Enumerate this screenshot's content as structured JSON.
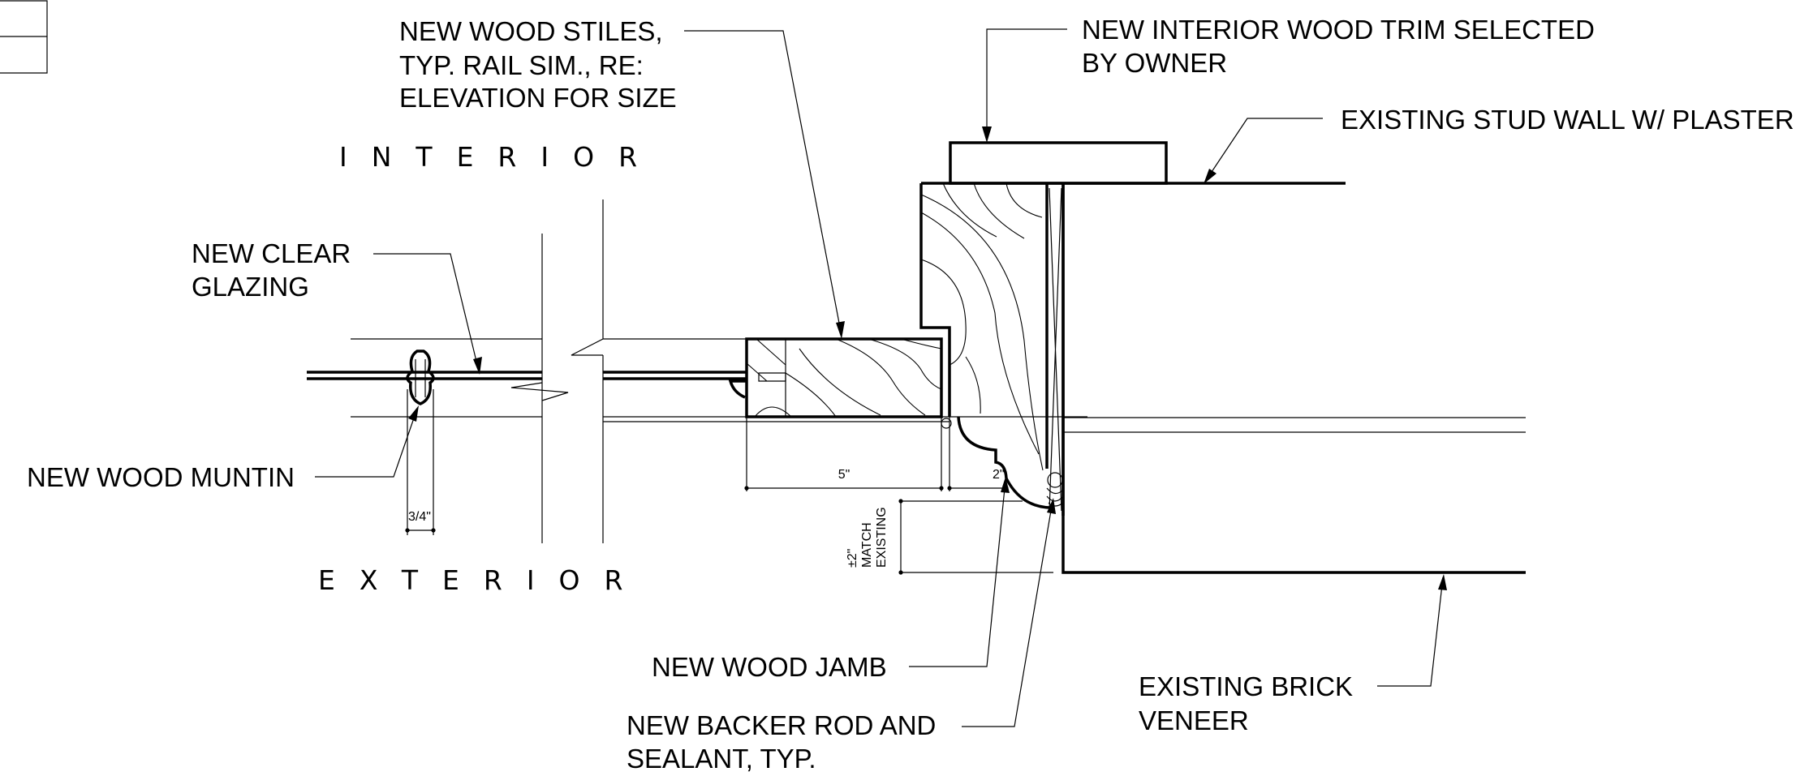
{
  "labels": {
    "wood_stiles": [
      "NEW WOOD STILES,",
      "TYP. RAIL SIM., RE:",
      "ELEVATION FOR SIZE"
    ],
    "interior_trim": [
      "NEW INTERIOR WOOD TRIM SELECTED",
      "BY  OWNER"
    ],
    "stud_wall": [
      "EXISTING STUD WALL W/ PLASTER"
    ],
    "clear_glazing": [
      "NEW CLEAR",
      "GLAZING"
    ],
    "wood_muntin": [
      "NEW WOOD MUNTIN"
    ],
    "wood_jamb": [
      "NEW WOOD JAMB"
    ],
    "brick_veneer": [
      "EXISTING BRICK",
      "VENEER"
    ],
    "backer_rod": [
      "NEW BACKER ROD AND",
      "SEALANT, TYP."
    ]
  },
  "orientation": {
    "interior": "INTERIOR",
    "exterior": "EXTERIOR"
  },
  "dimensions": {
    "stile_width": "5\"",
    "muntin_width": "3/4\"",
    "jamb_offset": "2\"",
    "match_existing": [
      "±2\"",
      "MATCH",
      "EXISTING"
    ]
  }
}
